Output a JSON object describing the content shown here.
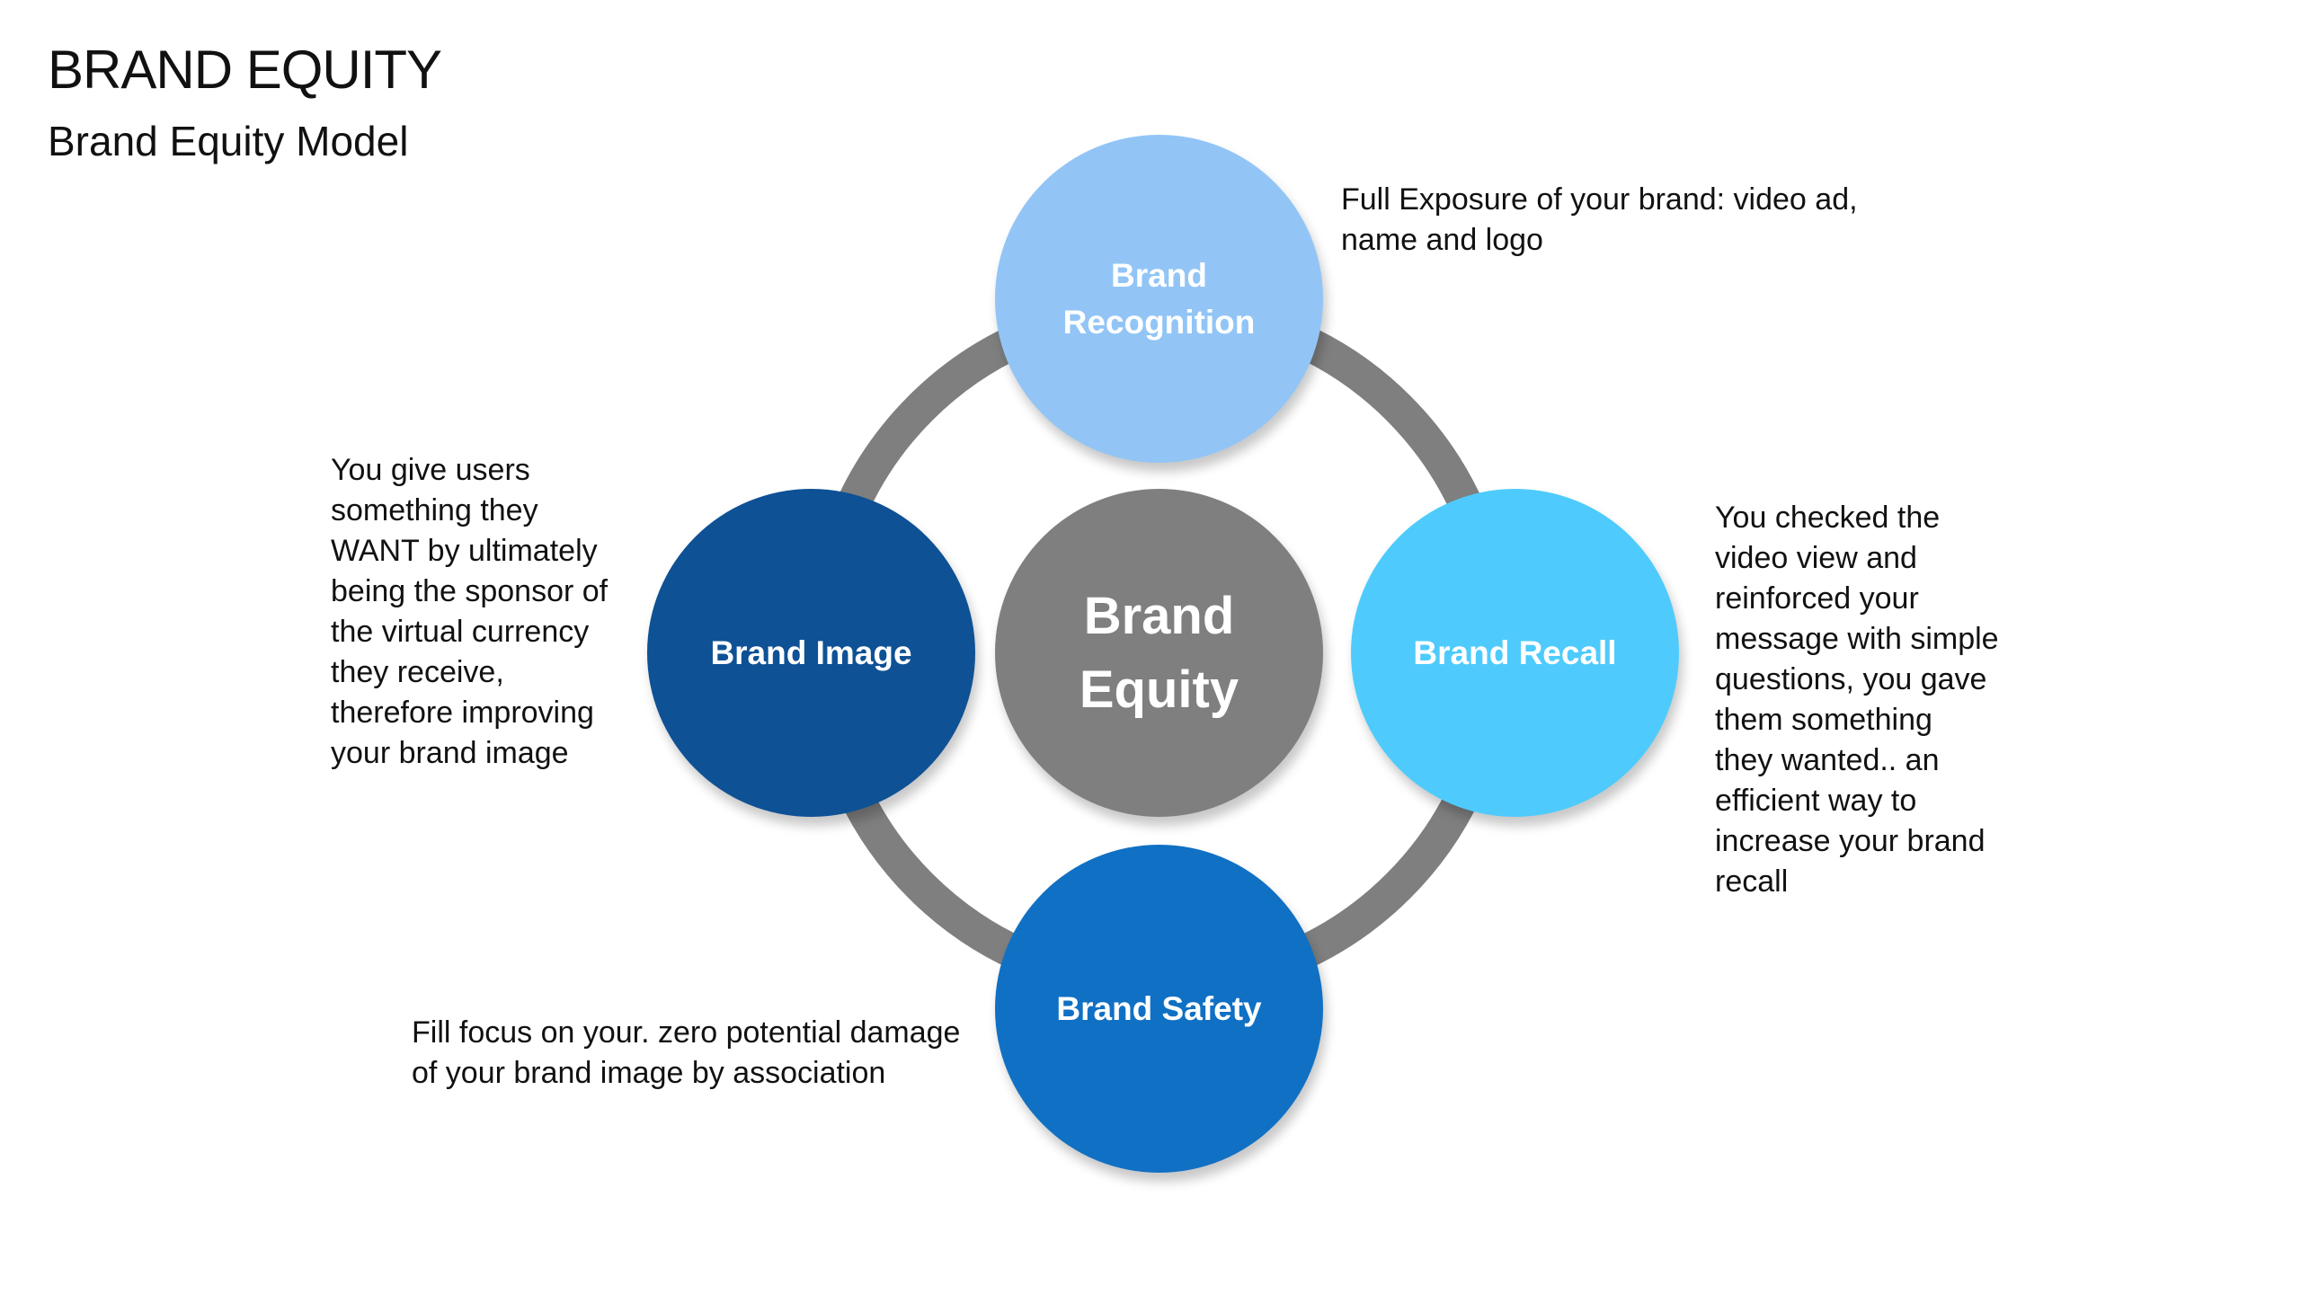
{
  "slide": {
    "title": "BRAND EQUITY",
    "subtitle": "Brand Equity Model"
  },
  "diagram": {
    "center_label": "Brand Equity",
    "colors": {
      "ring": "#7f7f7f",
      "center": "#7f7f7f",
      "recognition": "#92c5f6",
      "image": "#0e5195",
      "recall": "#4ecbfc",
      "safety": "#1070c4"
    },
    "nodes": {
      "recognition": {
        "label": "Brand Recognition",
        "description": "Full Exposure of your brand: video ad,\nname and logo"
      },
      "image": {
        "label": "Brand Image",
        "description": "You give users\nsomething they\nWANT by ultimately\nbeing the sponsor of\nthe virtual currency\nthey receive,\ntherefore improving\nyour brand image"
      },
      "recall": {
        "label": "Brand Recall",
        "description": "You checked the\nvideo view and\nreinforced your\nmessage with simple\nquestions, you gave\nthem something\nthey wanted.. an\nefficient way to\nincrease your brand\nrecall"
      },
      "safety": {
        "label": "Brand Safety",
        "description": "Fill focus on your. zero potential damage\nof your brand image by association"
      }
    }
  }
}
